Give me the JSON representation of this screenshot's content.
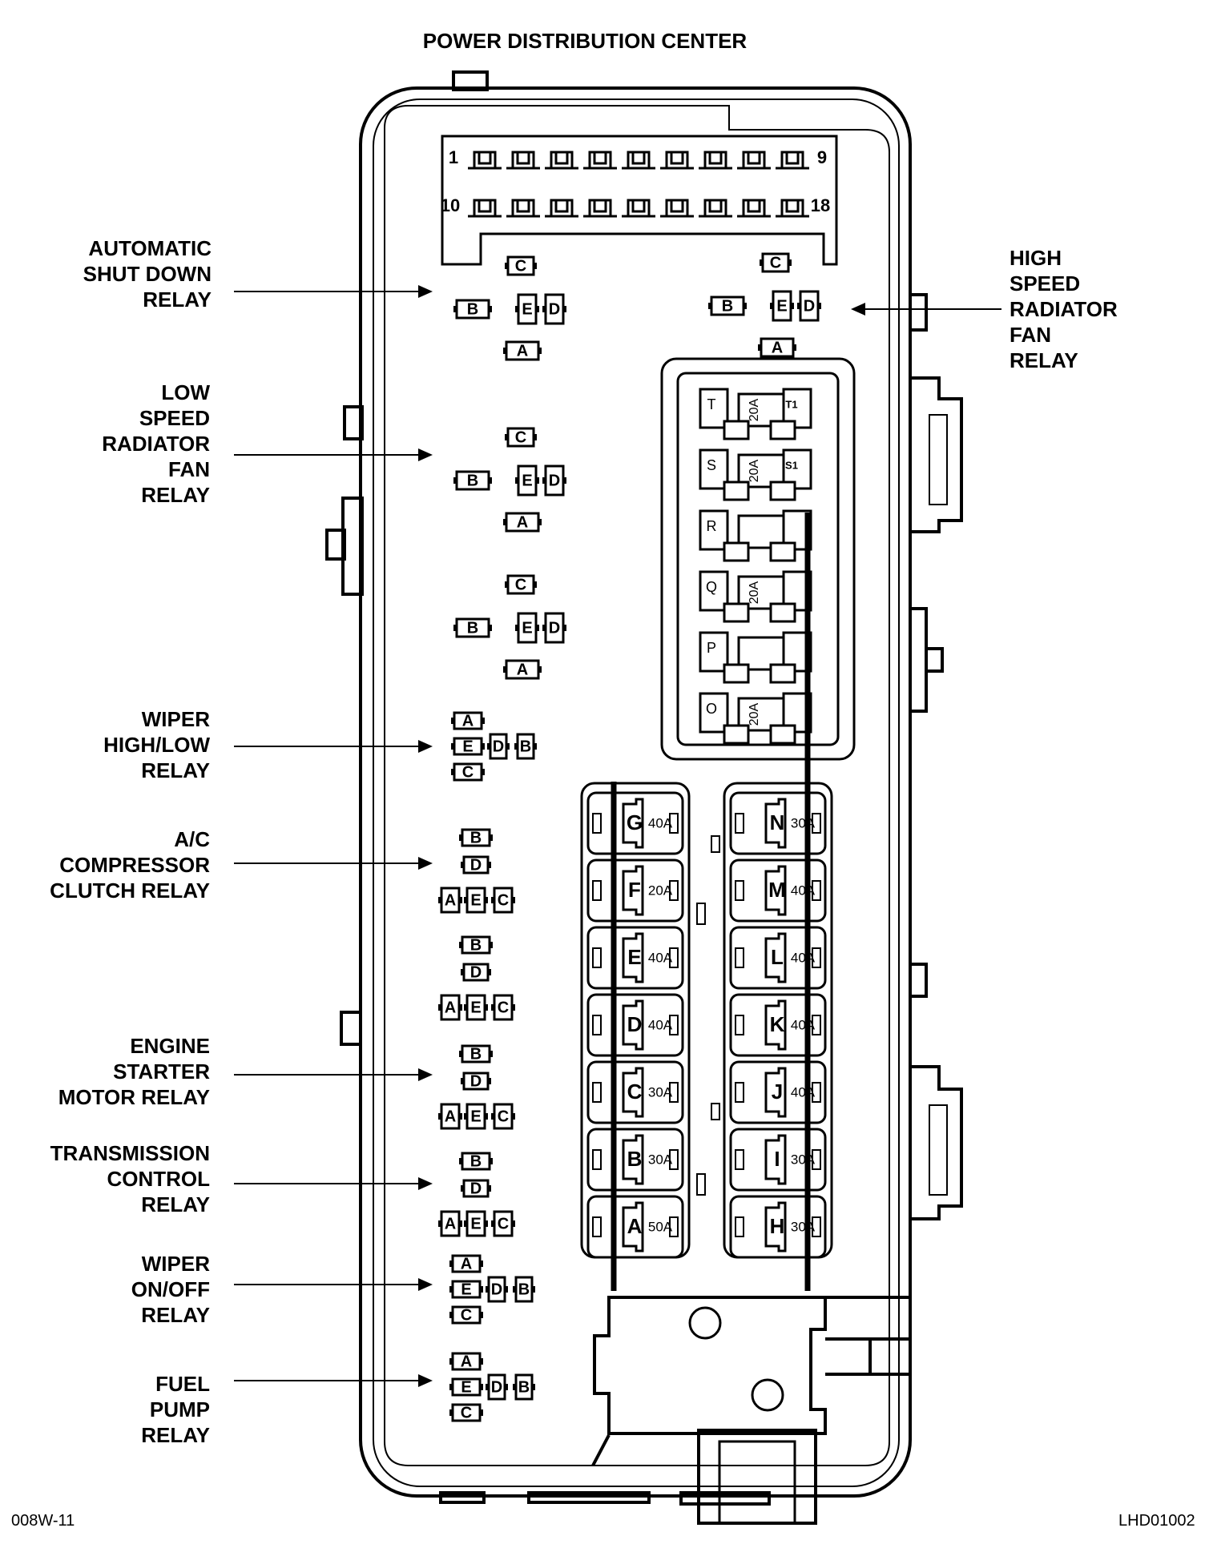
{
  "title": "POWER DISTRIBUTION CENTER",
  "figure_code_left": "008W-11",
  "figure_code_right": "LHD01002",
  "connector": {
    "top_start": "1",
    "top_end": "9",
    "bottom_start": "10",
    "bottom_end": "18"
  },
  "relay_labels": [
    {
      "id": "asd",
      "lines": [
        "AUTOMATIC",
        "SHUT DOWN",
        "RELAY"
      ]
    },
    {
      "id": "low-fan",
      "lines": [
        "LOW",
        "SPEED",
        "RADIATOR",
        "FAN",
        "RELAY"
      ]
    },
    {
      "id": "wiper-hl",
      "lines": [
        "WIPER",
        "HIGH/LOW",
        "RELAY"
      ]
    },
    {
      "id": "ac",
      "lines": [
        "A/C",
        "COMPRESSOR",
        "CLUTCH RELAY"
      ]
    },
    {
      "id": "starter",
      "lines": [
        "ENGINE",
        "STARTER",
        "MOTOR RELAY"
      ]
    },
    {
      "id": "trans",
      "lines": [
        "TRANSMISSION",
        "CONTROL",
        "RELAY"
      ]
    },
    {
      "id": "wiper-oo",
      "lines": [
        "WIPER",
        "ON/OFF",
        "RELAY"
      ]
    },
    {
      "id": "fuel",
      "lines": [
        "FUEL",
        "PUMP",
        "RELAY"
      ]
    },
    {
      "id": "high-fan",
      "lines": [
        "HIGH",
        "SPEED",
        "RADIATOR",
        "FAN",
        "RELAY"
      ]
    }
  ],
  "pin_letters": {
    "a": "A",
    "b": "B",
    "c": "C",
    "d": "D",
    "e": "E"
  },
  "mini_fuses": [
    {
      "letter": "T",
      "rating": "20A",
      "sub": "T1"
    },
    {
      "letter": "S",
      "rating": "20A",
      "sub": "S1"
    },
    {
      "letter": "R",
      "rating": "",
      "sub": ""
    },
    {
      "letter": "Q",
      "rating": "20A",
      "sub": ""
    },
    {
      "letter": "P",
      "rating": "",
      "sub": ""
    },
    {
      "letter": "O",
      "rating": "20A",
      "sub": ""
    }
  ],
  "maxi_fuses_left": [
    {
      "letter": "G",
      "rating": "40A"
    },
    {
      "letter": "F",
      "rating": "20A"
    },
    {
      "letter": "E",
      "rating": "40A"
    },
    {
      "letter": "D",
      "rating": "40A"
    },
    {
      "letter": "C",
      "rating": "30A"
    },
    {
      "letter": "B",
      "rating": "30A"
    },
    {
      "letter": "A",
      "rating": "50A"
    }
  ],
  "maxi_fuses_right": [
    {
      "letter": "N",
      "rating": "30A"
    },
    {
      "letter": "M",
      "rating": "40A"
    },
    {
      "letter": "L",
      "rating": "40A"
    },
    {
      "letter": "K",
      "rating": "40A"
    },
    {
      "letter": "J",
      "rating": "40A"
    },
    {
      "letter": "I",
      "rating": "30A"
    },
    {
      "letter": "H",
      "rating": "30A"
    }
  ]
}
